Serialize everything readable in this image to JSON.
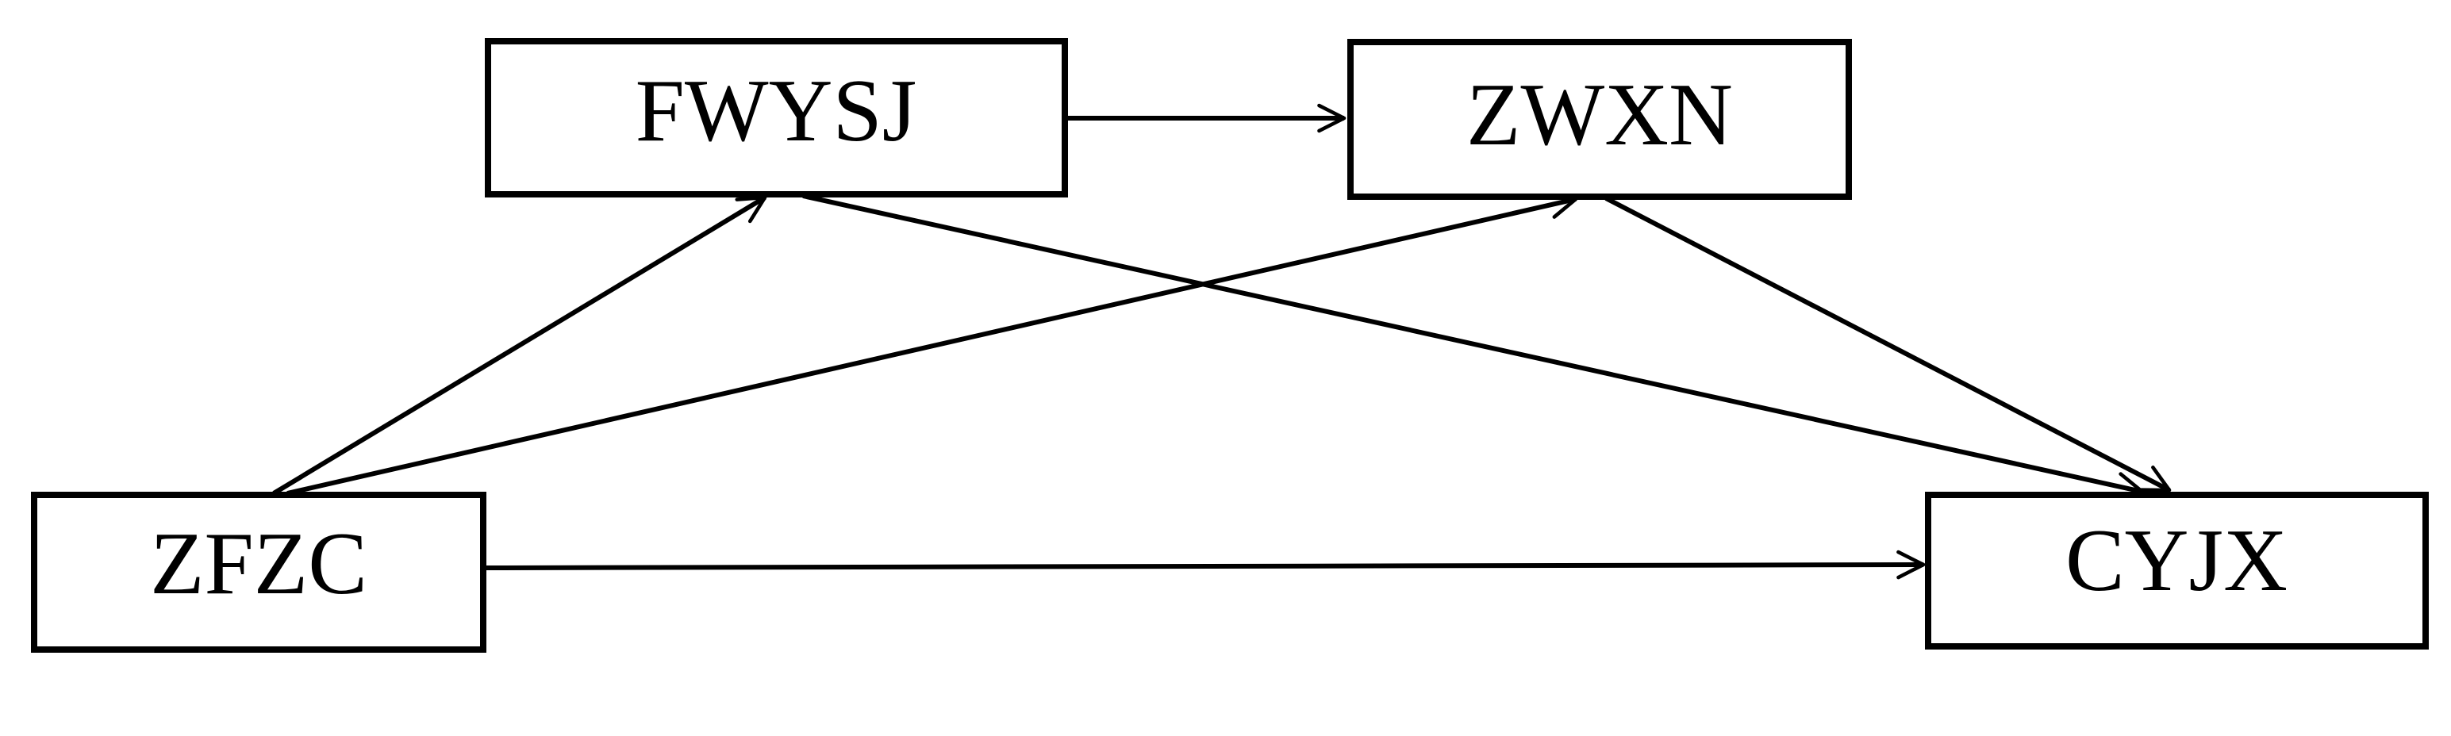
{
  "canvas": {
    "background": "#ffffff",
    "stroke_color": "#000000",
    "text_color": "#000000"
  },
  "diagram": {
    "type": "path-model-diagram",
    "nodes": [
      {
        "id": "fwysj",
        "label": "FWYSJ",
        "position": "top-left"
      },
      {
        "id": "zwxn",
        "label": "ZWXN",
        "position": "top-right"
      },
      {
        "id": "zfzc",
        "label": "ZFZC",
        "position": "bottom-left"
      },
      {
        "id": "cyjx",
        "label": "CYJX",
        "position": "bottom-right"
      }
    ],
    "edges": [
      {
        "from": "FWYSJ",
        "to": "ZWXN"
      },
      {
        "from": "ZFZC",
        "to": "FWYSJ"
      },
      {
        "from": "ZFZC",
        "to": "ZWXN"
      },
      {
        "from": "FWYSJ",
        "to": "CYJX"
      },
      {
        "from": "ZWXN",
        "to": "CYJX"
      },
      {
        "from": "ZFZC",
        "to": "CYJX"
      }
    ]
  }
}
